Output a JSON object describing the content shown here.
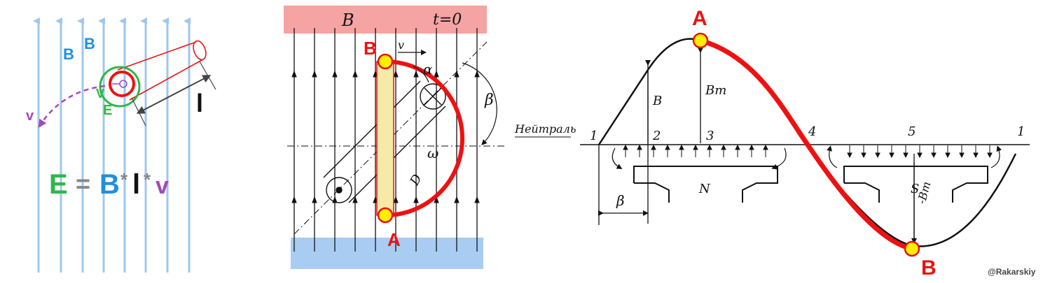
{
  "colors": {
    "field_arrow": "#9ec7ee",
    "label_b": "#1e90e0",
    "label_e": "#2eb84a",
    "label_v": "#a24bb8",
    "label_l": "#111111",
    "multiply": "#888888",
    "equals": "#888888",
    "highlight_red": "#ee1111",
    "point_yellow": "#ffee00",
    "pole_top": "#f5a3a3",
    "pole_bottom": "#a9cdf2",
    "ink": "#111111"
  },
  "left_panel": {
    "label_b1": "B",
    "label_b2": "B",
    "label_v_small": "V",
    "label_e_small": "E",
    "label_v": "v",
    "label_l": "l",
    "formula": {
      "e": "E",
      "eq": "=",
      "b": "B",
      "mul1": "*",
      "l": "l",
      "mul2": "*",
      "v": "v"
    }
  },
  "middle_panel": {
    "field_label": "B",
    "time_label": "t=0",
    "point_top": "B",
    "point_bottom": "A",
    "v_label": "v",
    "alpha_label": "α",
    "beta_label": "β",
    "omega_label": "ω",
    "d_label": "D"
  },
  "right_panel": {
    "neutral_label": "Нейтраль",
    "point_top": "A",
    "point_bottom": "B",
    "tick_1_left": "1",
    "tick_2": "2",
    "tick_3": "3",
    "tick_4": "4",
    "tick_5": "5",
    "tick_1_right": "1",
    "b_label": "B",
    "bm_label": "Bm",
    "neg_bm_label": "-Bm",
    "pole_n": "N",
    "pole_s": "S",
    "beta_label": "β"
  },
  "watermark": "@Rakarskiy"
}
